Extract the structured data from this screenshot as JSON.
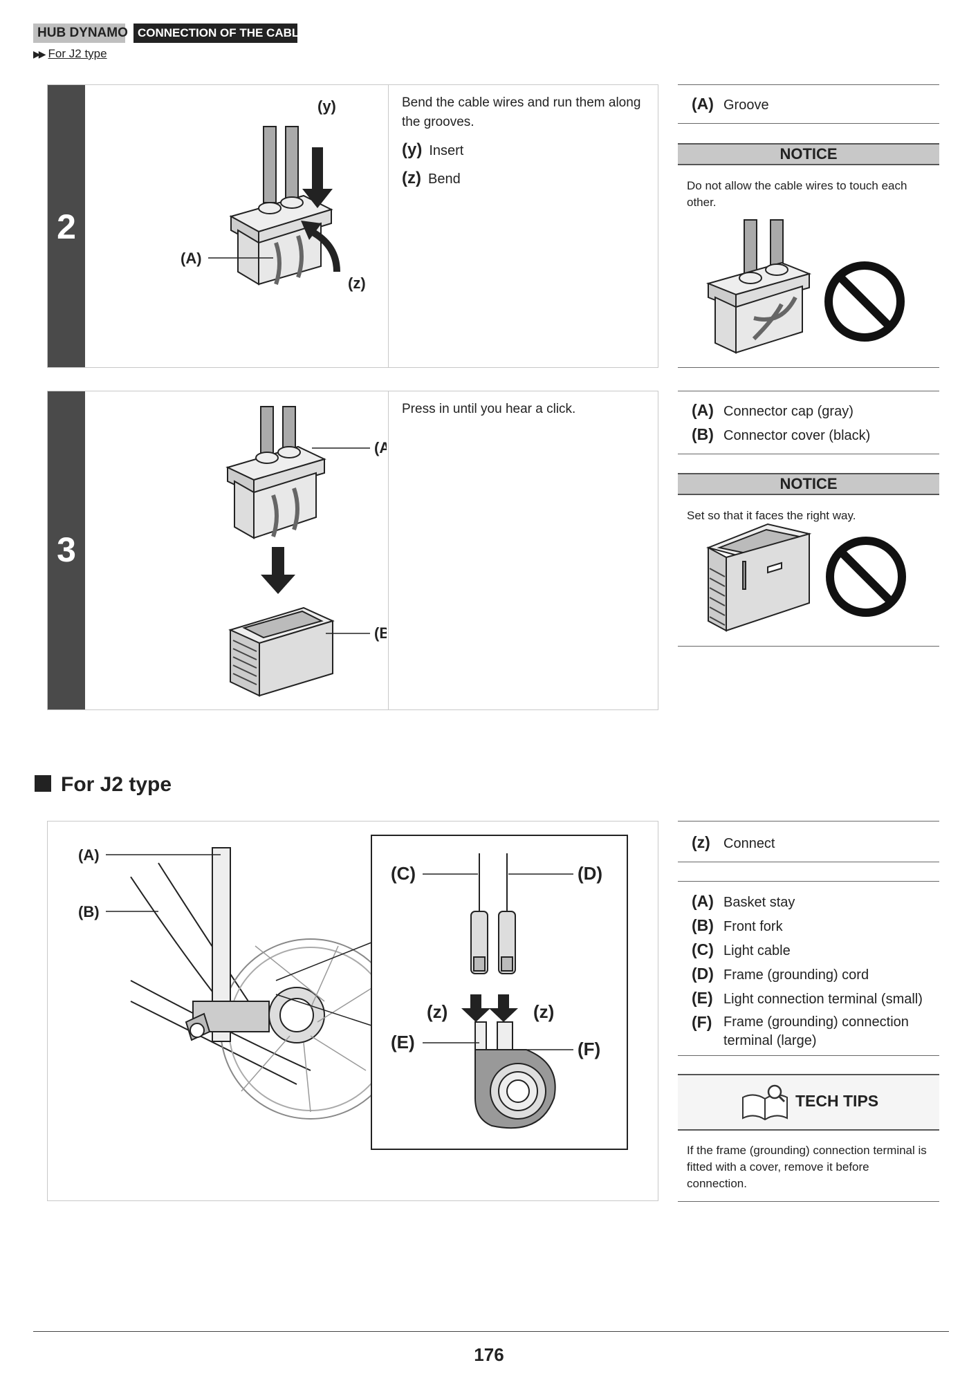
{
  "header": {
    "tag_primary": "HUB DYNAMO",
    "tag_secondary": "CONNECTION OF THE CABLES",
    "breadcrumb": "For J2 type"
  },
  "step2": {
    "number": "2",
    "instruction": "Bend the cable wires and run them along the grooves.",
    "legend": [
      {
        "key": "(y)",
        "label": "Insert"
      },
      {
        "key": "(z)",
        "label": "Bend"
      }
    ],
    "callouts": {
      "y": "(y)",
      "z": "(z)",
      "a": "(A)"
    },
    "parts": [
      {
        "key": "(A)",
        "label": "Groove"
      }
    ],
    "notice_title": "NOTICE",
    "notice_text": "Do not allow the cable wires to touch each other."
  },
  "step3": {
    "number": "3",
    "instruction": "Press in until you hear a click.",
    "callouts": {
      "a": "(A)",
      "b": "(B)"
    },
    "parts": [
      {
        "key": "(A)",
        "label": "Connector cap (gray)"
      },
      {
        "key": "(B)",
        "label": "Connector cover (black)"
      }
    ],
    "notice_title": "NOTICE",
    "notice_text": "Set so that it faces the right way."
  },
  "section": {
    "title": "For J2 type",
    "callouts": {
      "a": "(A)",
      "b": "(B)",
      "c": "(C)",
      "d": "(D)",
      "e": "(E)",
      "f": "(F)",
      "z1": "(z)",
      "z2": "(z)"
    },
    "action": {
      "key": "(z)",
      "label": "Connect"
    },
    "parts": [
      {
        "key": "(A)",
        "label": "Basket stay"
      },
      {
        "key": "(B)",
        "label": "Front fork"
      },
      {
        "key": "(C)",
        "label": "Light cable"
      },
      {
        "key": "(D)",
        "label": "Frame (grounding) cord"
      },
      {
        "key": "(E)",
        "label": "Light connection terminal (small)"
      },
      {
        "key": "(F)",
        "label": "Frame (grounding) connection terminal (large)"
      }
    ],
    "tech_tips_title": "TECH TIPS",
    "tech_tips_text": "If the frame (grounding) connection terminal is fitted with a cover, remove it before connection."
  },
  "footer": {
    "page_number": "176"
  }
}
